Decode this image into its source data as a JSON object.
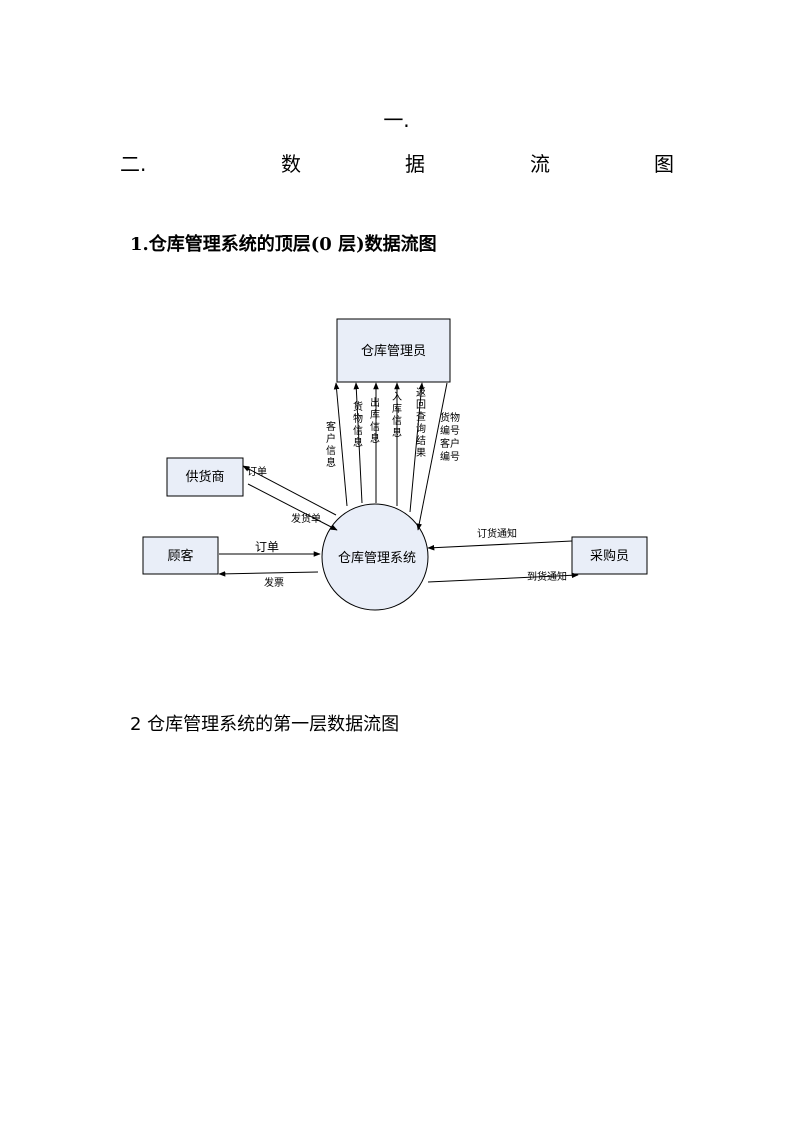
{
  "heading1": "一.",
  "heading2": {
    "number": "二.",
    "chars": [
      "数",
      "据",
      "流",
      "图"
    ]
  },
  "section1_title": "1.仓库管理系统的顶层(0 层)数据流图",
  "section2_title": "2 仓库管理系统的第一层数据流图",
  "diagram": {
    "entities": {
      "admin": "仓库管理员",
      "supplier": "供货商",
      "customer": "顾客",
      "buyer": "采购员",
      "system": "仓库管理系统"
    },
    "flows": {
      "customer_info": "客户信息",
      "goods_info": "货物信息",
      "outbound_info": "出库信息",
      "inbound_info": "入库信息",
      "query_result": "返回查询结果",
      "goods_no": "货物编号",
      "customer_no": "客户编号",
      "supplier_order": "订单",
      "supplier_invoice": "发货单",
      "customer_order": "订单",
      "customer_bill": "发票",
      "order_notice": "订货通知",
      "arrival_notice": "到货通知"
    }
  }
}
